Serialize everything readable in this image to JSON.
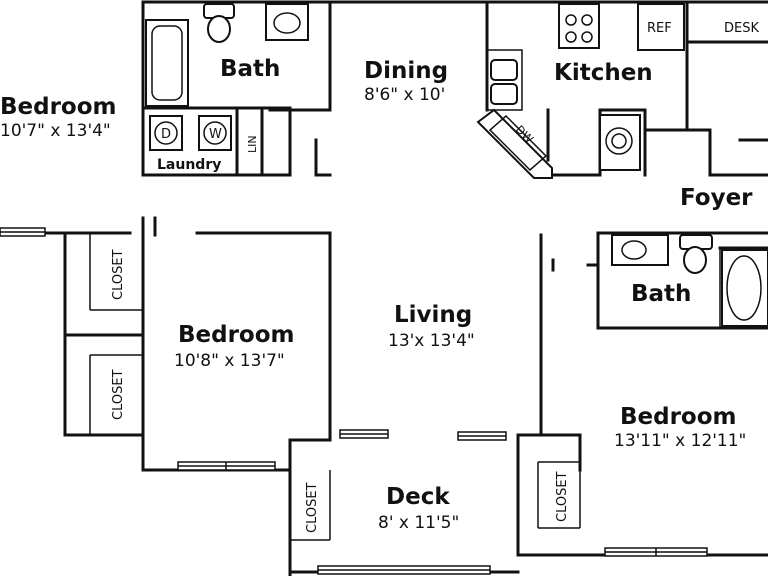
{
  "rooms": {
    "bedroom_left": {
      "name": "Bedroom",
      "dims": "10'7\" x 13'4\""
    },
    "bath_top": {
      "name": "Bath"
    },
    "dining": {
      "name": "Dining",
      "dims": "8'6\" x 10'"
    },
    "kitchen": {
      "name": "Kitchen"
    },
    "foyer": {
      "name": "Foyer"
    },
    "bath_right": {
      "name": "Bath"
    },
    "bedroom_mid": {
      "name": "Bedroom",
      "dims": "10'8\" x 13'7\""
    },
    "living": {
      "name": "Living",
      "dims": "13'x 13'4\""
    },
    "bedroom_right": {
      "name": "Bedroom",
      "dims": "13'11\" x 12'11\""
    },
    "deck": {
      "name": "Deck",
      "dims": "8' x 11'5\""
    }
  },
  "labels": {
    "laundry": "Laundry",
    "lin": "LIN",
    "dryer": "D",
    "washer": "W",
    "dishwasher": "DW",
    "ref": "REF",
    "desk": "DESK",
    "closet_a": "CLOSET",
    "closet_b": "CLOSET",
    "closet_c": "CLOSET",
    "closet_d": "CLOSET"
  }
}
